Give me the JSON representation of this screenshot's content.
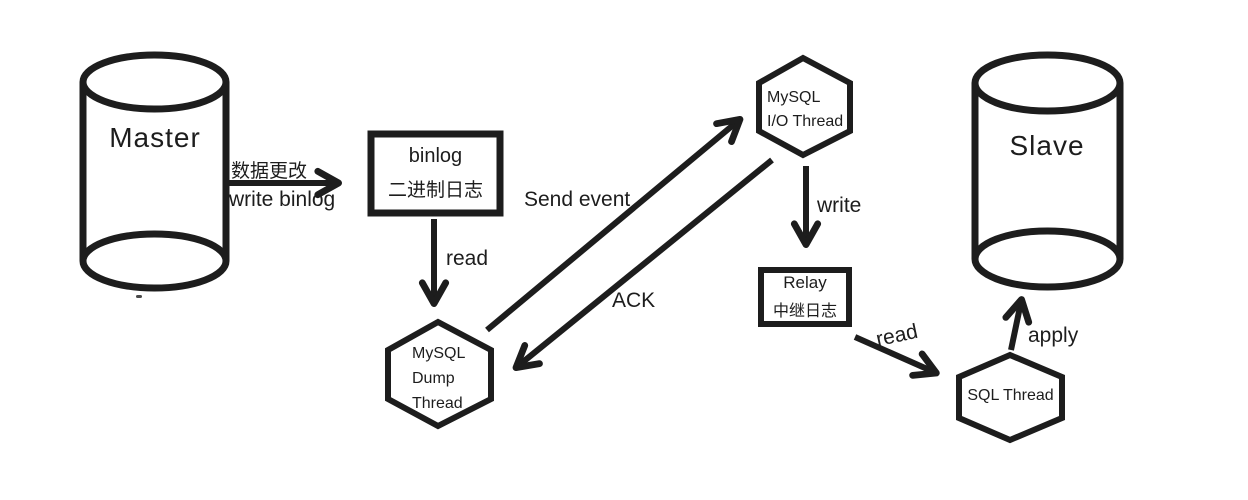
{
  "diagram": {
    "colors": {
      "line": "#1d1d1d",
      "background": "#ffffff"
    },
    "master": {
      "label": "Master"
    },
    "slave": {
      "label": "Slave"
    },
    "binlog_box": {
      "line1": "binlog",
      "line2": "二进制日志"
    },
    "relay_box": {
      "line1": "Relay",
      "line2": "中继日志"
    },
    "dump_thread": {
      "line1": "MySQL",
      "line2": "Dump",
      "line3": "Thread"
    },
    "io_thread": {
      "line1": "MySQL",
      "line2": "I/O Thread"
    },
    "sql_thread": {
      "label": "SQL Thread"
    },
    "arrows": {
      "data_change": {
        "label_top": "数据更改",
        "label_bottom": "write binlog"
      },
      "read_binlog": {
        "label": "read"
      },
      "send_event": {
        "label": "Send event"
      },
      "ack": {
        "label": "ACK"
      },
      "write_relay": {
        "label": "write"
      },
      "read_relay": {
        "label": "read"
      },
      "apply": {
        "label": "apply"
      }
    }
  }
}
